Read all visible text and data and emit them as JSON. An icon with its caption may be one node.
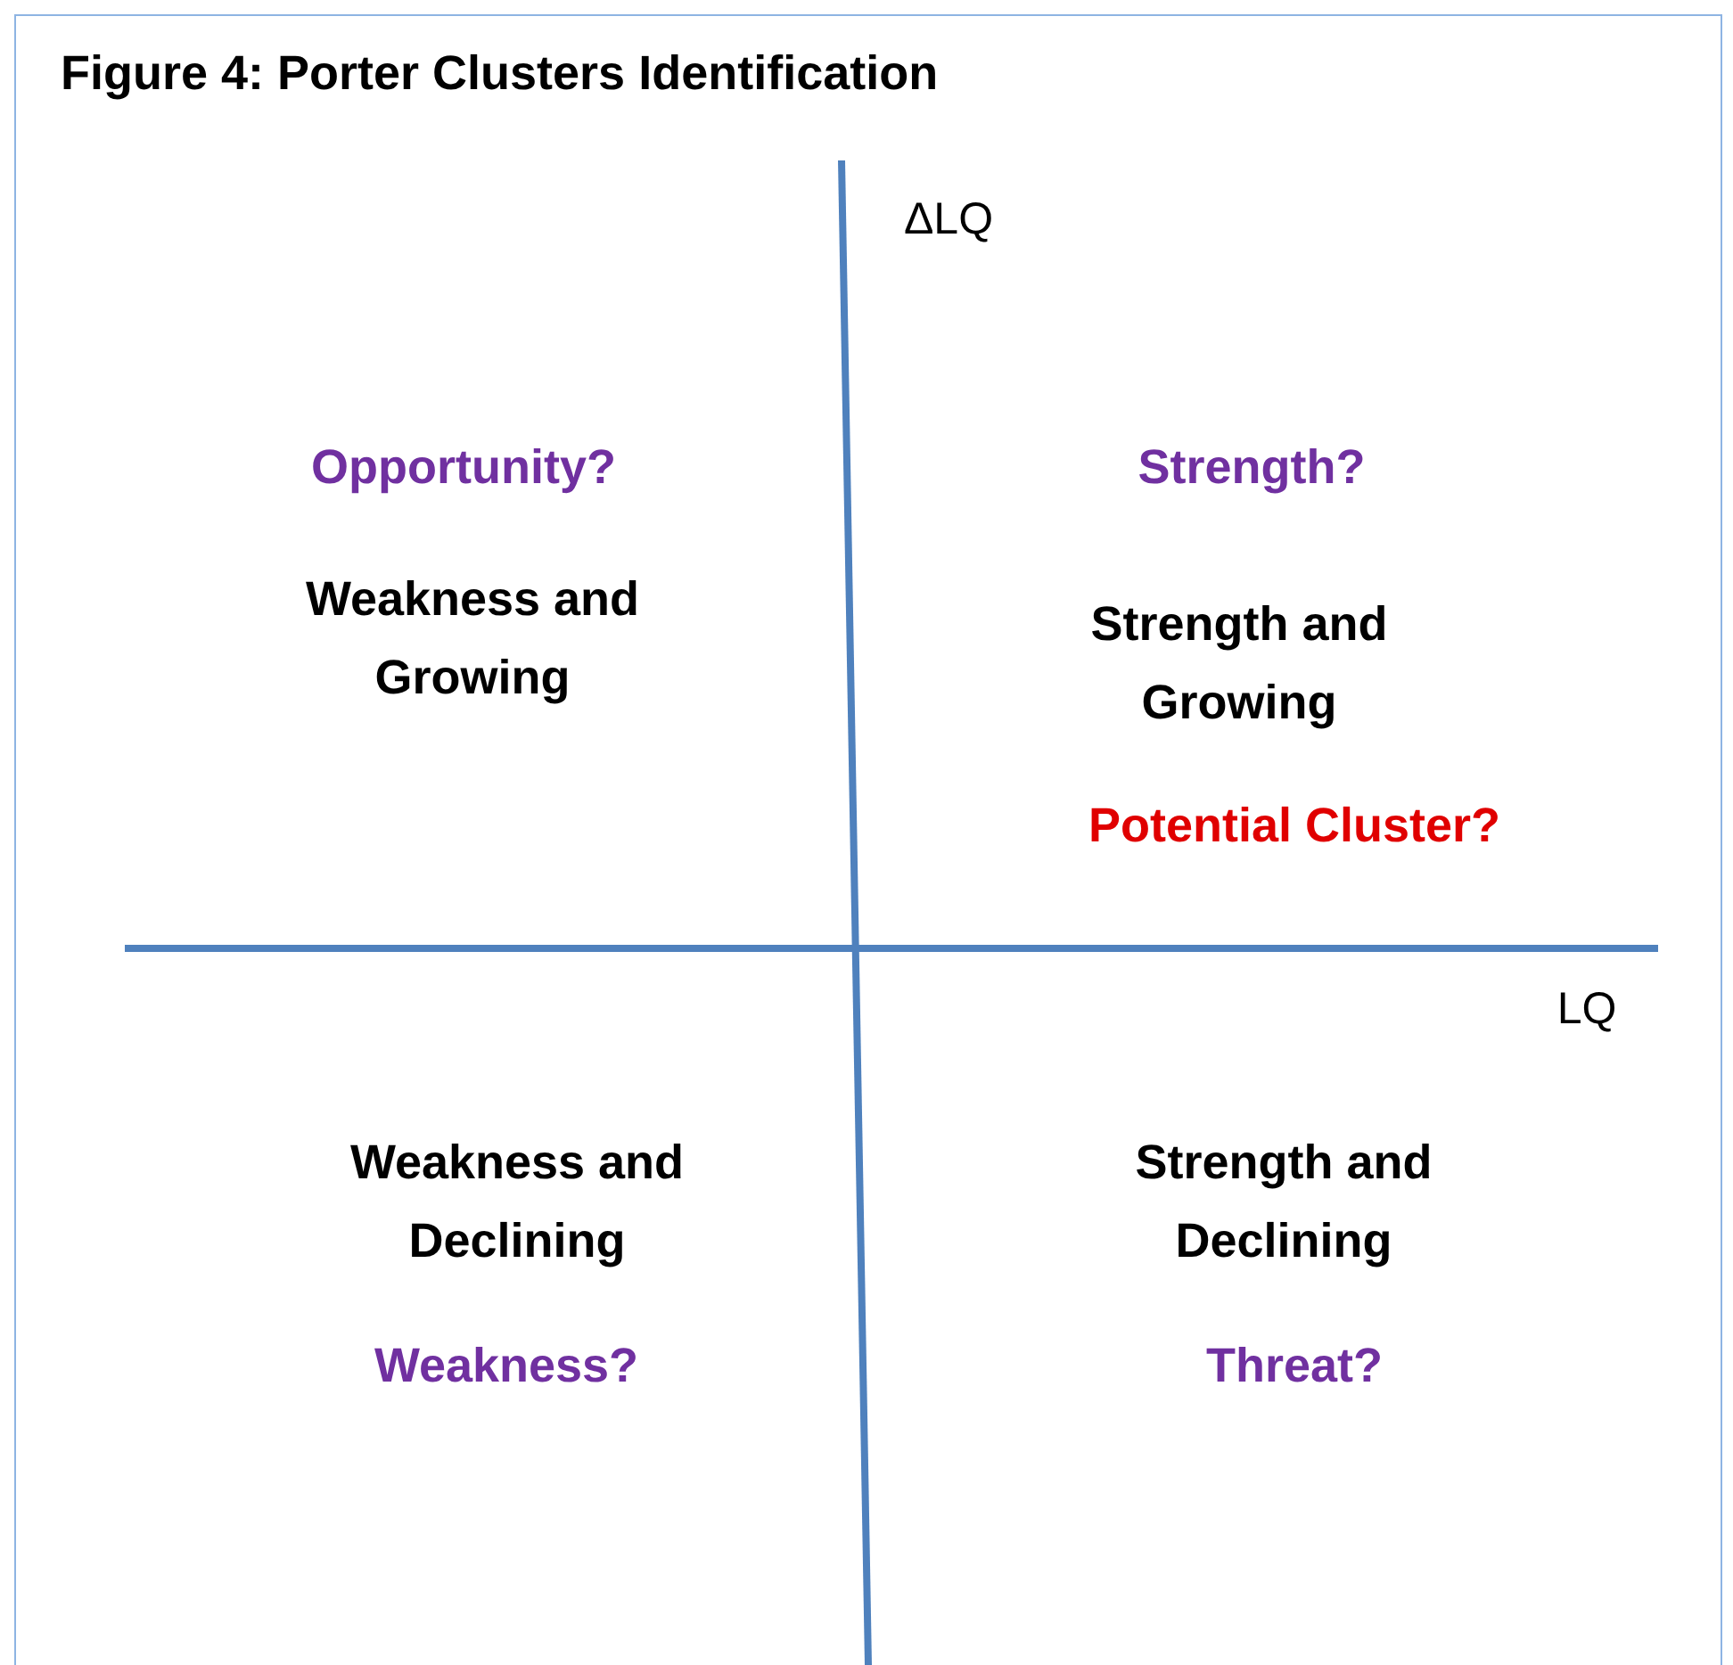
{
  "diagram": {
    "title": "Figure 4: Porter Clusters Identification",
    "labels": [
      "ΔLQ",
      "Opportunity?",
      "Strength?",
      "Weakness and Growing",
      "Strength and Growing",
      "Potential Cluster?",
      "LQ",
      "Weakness and Declining",
      "Strength and Declining",
      "Weakness?",
      "Threat?"
    ]
  }
}
